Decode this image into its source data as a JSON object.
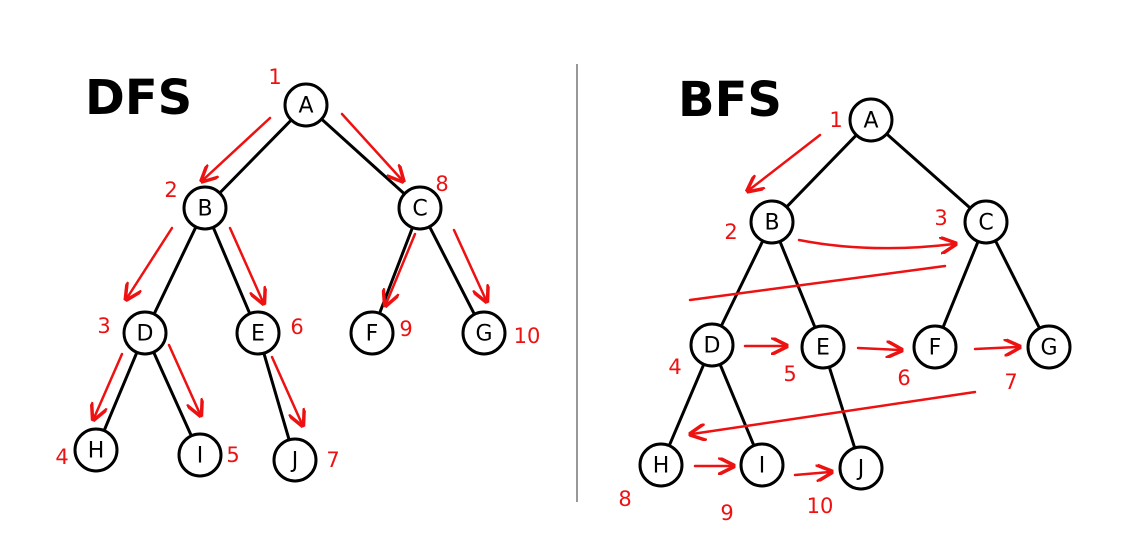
{
  "dfs": {
    "title": "DFS",
    "nodes": [
      {
        "id": "A",
        "label": "A",
        "order": "1"
      },
      {
        "id": "B",
        "label": "B",
        "order": "2"
      },
      {
        "id": "C",
        "label": "C",
        "order": "8"
      },
      {
        "id": "D",
        "label": "D",
        "order": "3"
      },
      {
        "id": "E",
        "label": "E",
        "order": "6"
      },
      {
        "id": "F",
        "label": "F",
        "order": "9"
      },
      {
        "id": "G",
        "label": "G",
        "order": "10"
      },
      {
        "id": "H",
        "label": "H",
        "order": "4"
      },
      {
        "id": "I",
        "label": "I",
        "order": "5"
      },
      {
        "id": "J",
        "label": "J",
        "order": "7"
      }
    ],
    "edges": [
      [
        "A",
        "B"
      ],
      [
        "A",
        "C"
      ],
      [
        "B",
        "D"
      ],
      [
        "B",
        "E"
      ],
      [
        "C",
        "F"
      ],
      [
        "C",
        "G"
      ],
      [
        "D",
        "H"
      ],
      [
        "D",
        "I"
      ],
      [
        "E",
        "J"
      ]
    ]
  },
  "bfs": {
    "title": "BFS",
    "nodes": [
      {
        "id": "A",
        "label": "A",
        "order": "1"
      },
      {
        "id": "B",
        "label": "B",
        "order": "2"
      },
      {
        "id": "C",
        "label": "C",
        "order": "3"
      },
      {
        "id": "D",
        "label": "D",
        "order": "4"
      },
      {
        "id": "E",
        "label": "E",
        "order": "5"
      },
      {
        "id": "F",
        "label": "F",
        "order": "6"
      },
      {
        "id": "G",
        "label": "G",
        "order": "7"
      },
      {
        "id": "H",
        "label": "H",
        "order": "8"
      },
      {
        "id": "I",
        "label": "I",
        "order": "9"
      },
      {
        "id": "J",
        "label": "J",
        "order": "10"
      }
    ],
    "edges": [
      [
        "A",
        "B"
      ],
      [
        "A",
        "C"
      ],
      [
        "B",
        "D"
      ],
      [
        "B",
        "E"
      ],
      [
        "C",
        "F"
      ],
      [
        "C",
        "G"
      ],
      [
        "D",
        "H"
      ],
      [
        "D",
        "I"
      ],
      [
        "E",
        "J"
      ]
    ]
  },
  "colors": {
    "arrow": "#ee1111",
    "node_stroke": "#000000",
    "divider": "#777777"
  }
}
